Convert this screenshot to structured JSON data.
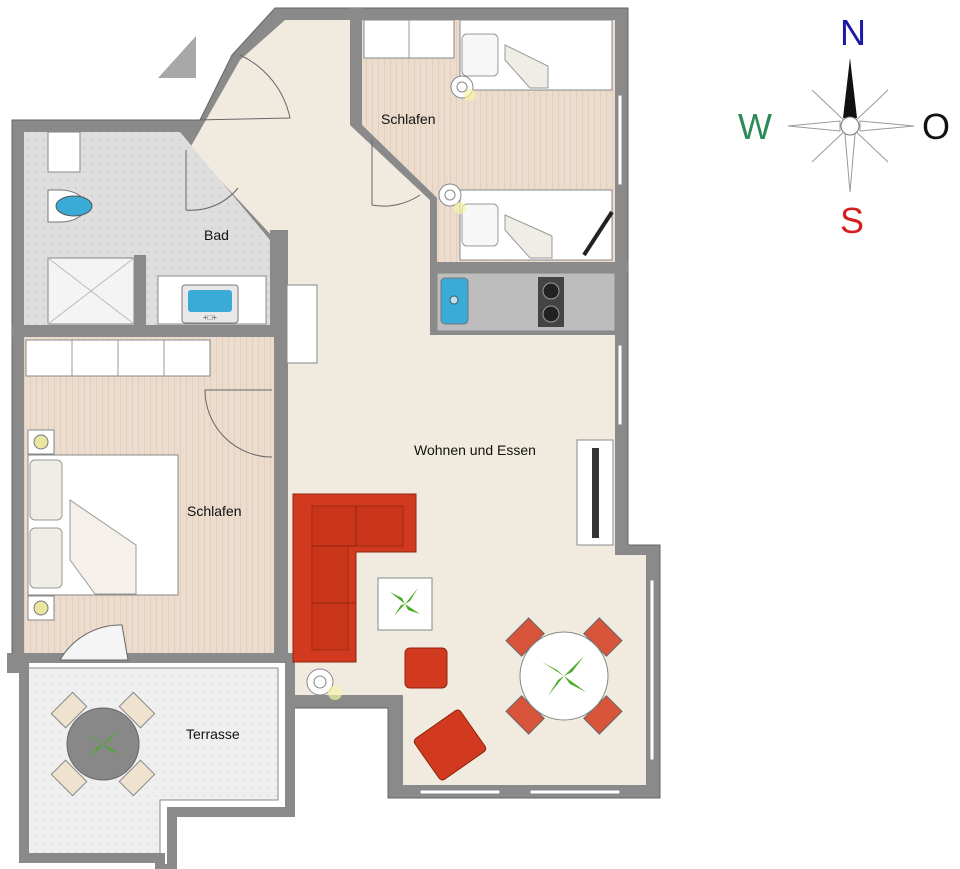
{
  "rooms": {
    "bedroom_north": "Schlafen",
    "bathroom": "Bad",
    "bedroom_west": "Schlafen",
    "living_dining": "Wohnen und Essen",
    "terrace": "Terrasse"
  },
  "compass": {
    "north": "N",
    "south": "S",
    "west": "W",
    "east": "O"
  },
  "colors": {
    "wall": "#8a8a8a",
    "wall_outline": "#6a6a6a",
    "floor_living": "#f1ebdf",
    "floor_bedroom": "#ecdccd",
    "floor_bath": "#dcdcdc",
    "floor_terrace": "#eeeeee",
    "sofa": "#d13a1f",
    "north_color": "#1a1aa8",
    "south_color": "#d42020",
    "west_color": "#2e8b57",
    "east_color": "#111111"
  }
}
